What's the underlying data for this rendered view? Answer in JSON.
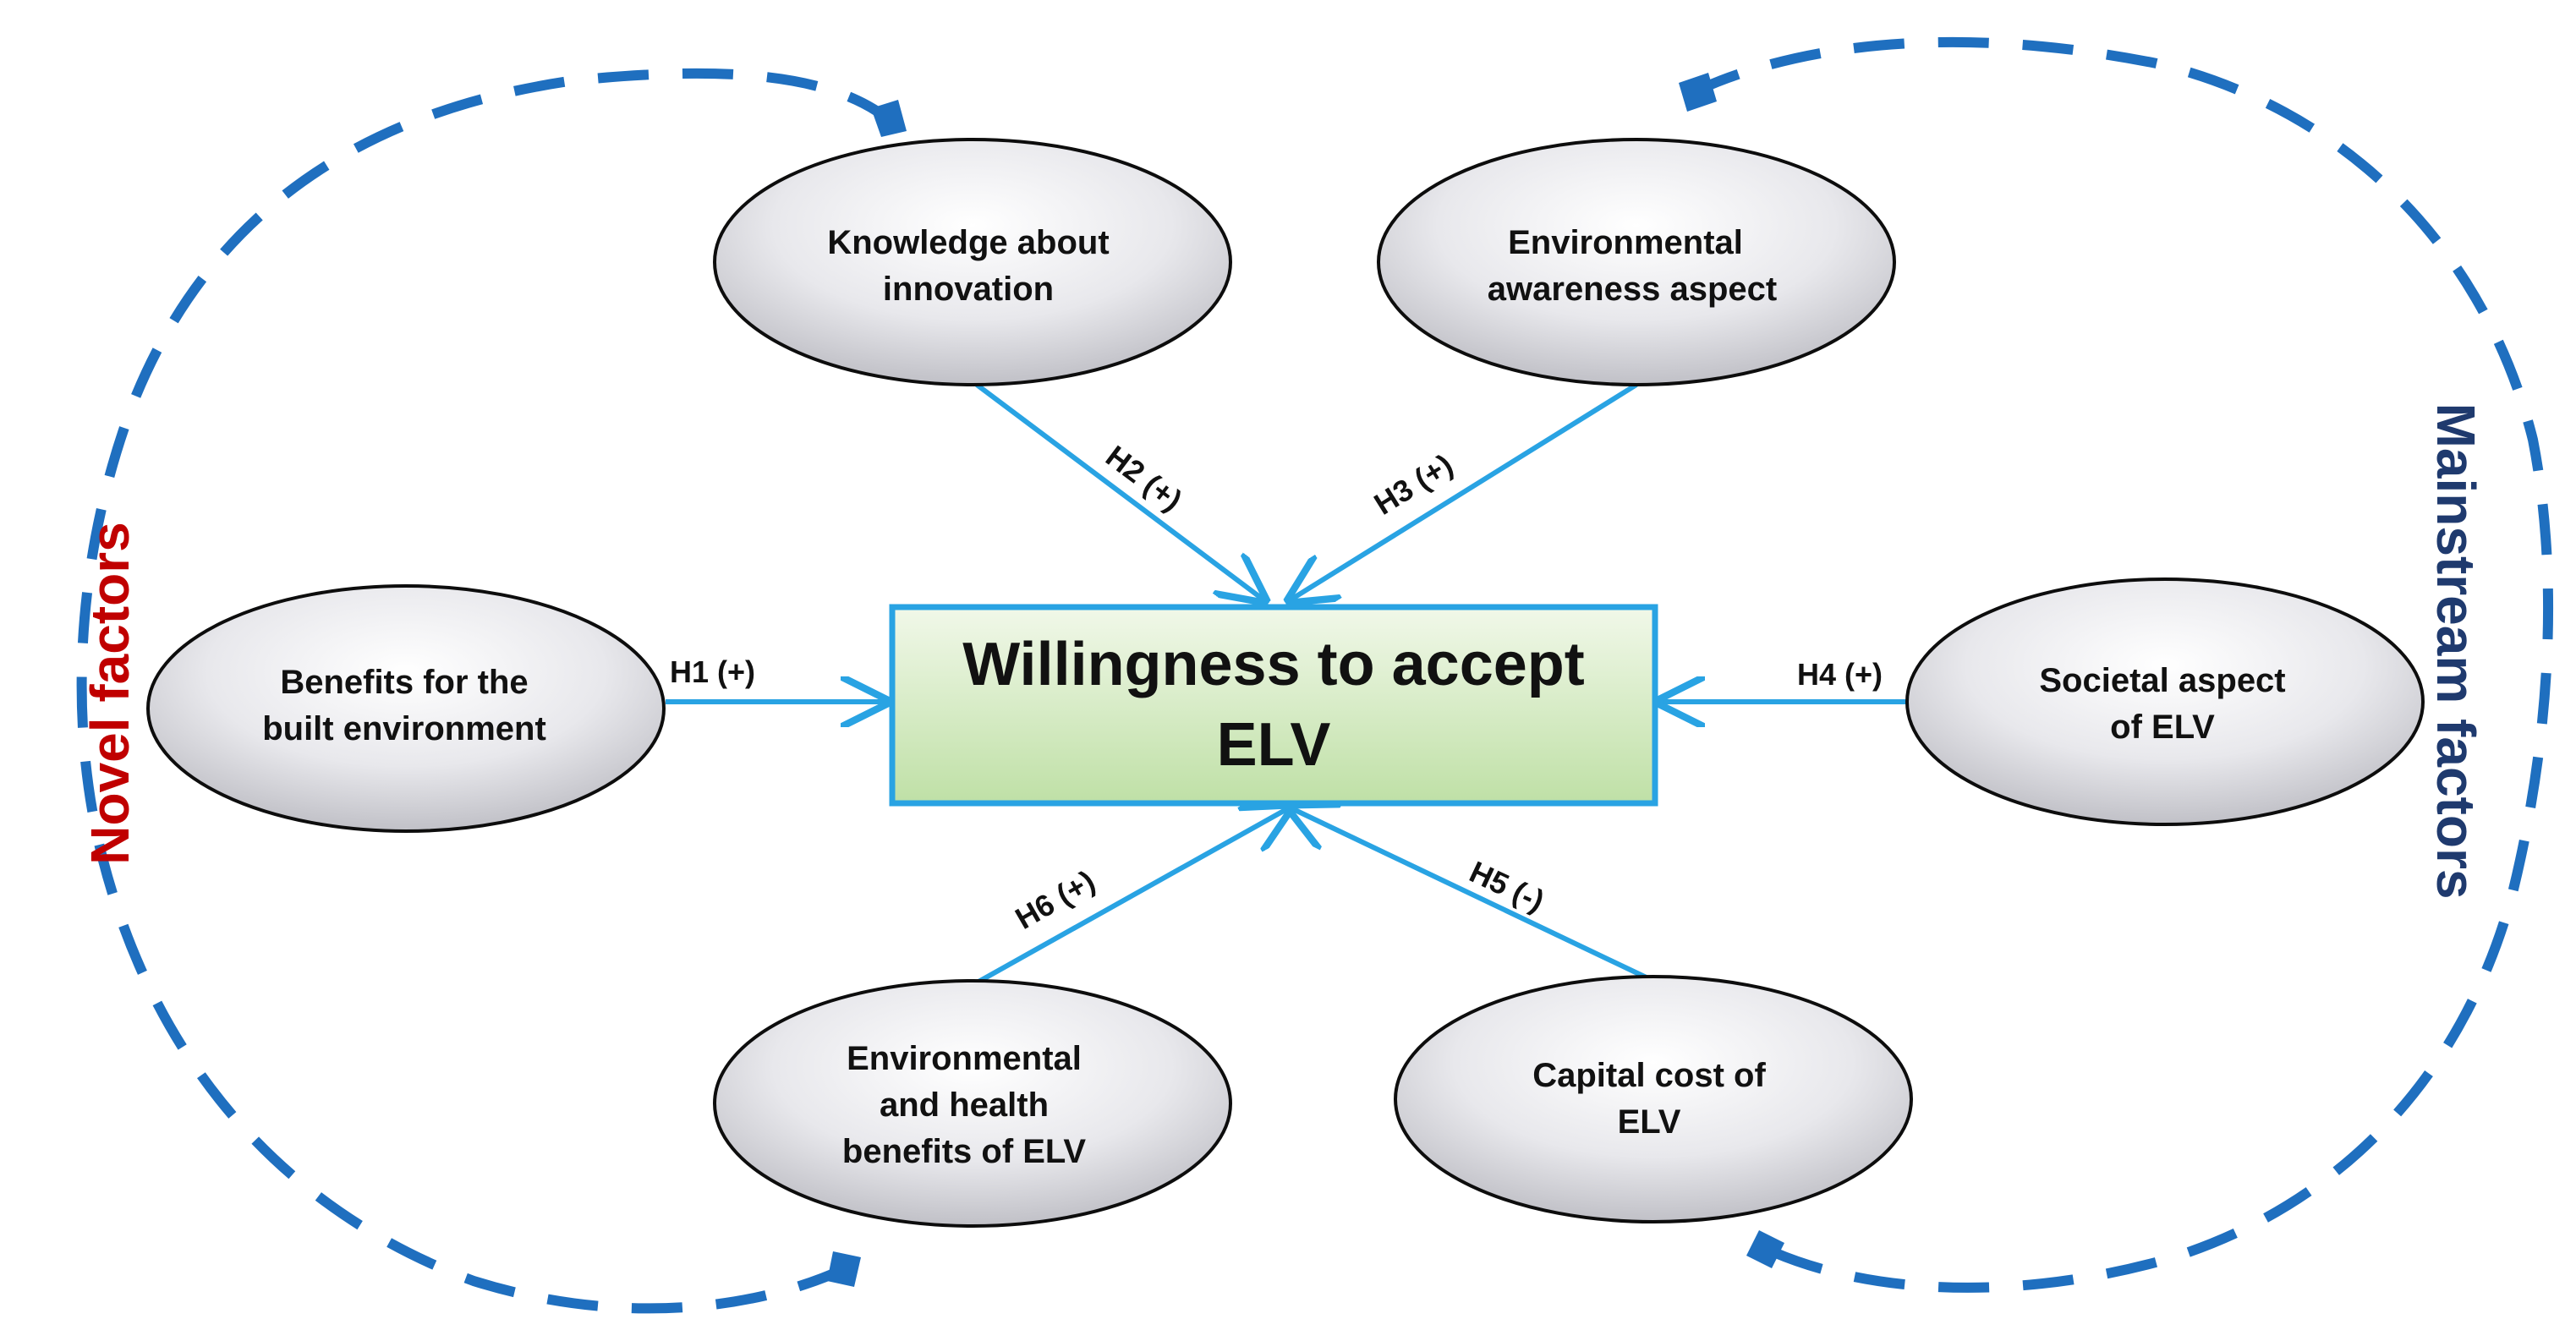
{
  "colors": {
    "arrow": "#29A3E3",
    "dashed_loop": "#1F6FBF",
    "center_border": "#29A3E3",
    "novel_label": "#C00000",
    "mainstream_label": "#1F3A6E",
    "ellipse_border": "#0D0D0D"
  },
  "center": {
    "lines": [
      "Willingness to accept",
      "ELV"
    ]
  },
  "factors": {
    "knowledge": [
      "Knowledge about",
      "innovation"
    ],
    "env_awareness": [
      "Environmental",
      "awareness aspect"
    ],
    "benefits_built": [
      "Benefits for the",
      "built environment"
    ],
    "societal": [
      "Societal aspect",
      "of ELV"
    ],
    "env_health": [
      "Environmental",
      "and health",
      "benefits of ELV"
    ],
    "capital_cost": [
      "Capital cost of",
      "ELV"
    ]
  },
  "hypotheses": {
    "h1": "H1 (+)",
    "h2": "H2 (+)",
    "h3": "H3 (+)",
    "h4": "H4 (+)",
    "h5": "H5 (-)",
    "h6": "H6 (+)"
  },
  "groups": {
    "novel": "Novel factors",
    "mainstream": "Mainstream factors"
  }
}
